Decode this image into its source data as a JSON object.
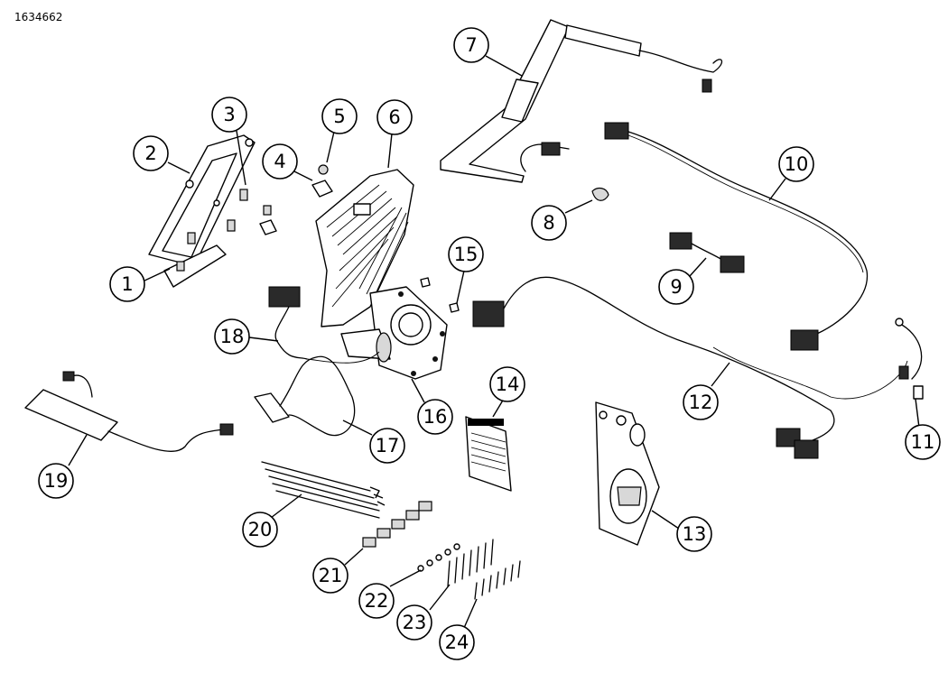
{
  "document_id": "1634662",
  "callouts": [
    "1",
    "2",
    "3",
    "4",
    "5",
    "6",
    "7",
    "8",
    "9",
    "10",
    "11",
    "12",
    "13",
    "14",
    "15",
    "16",
    "17",
    "18",
    "19",
    "20",
    "21",
    "22",
    "23",
    "24"
  ]
}
